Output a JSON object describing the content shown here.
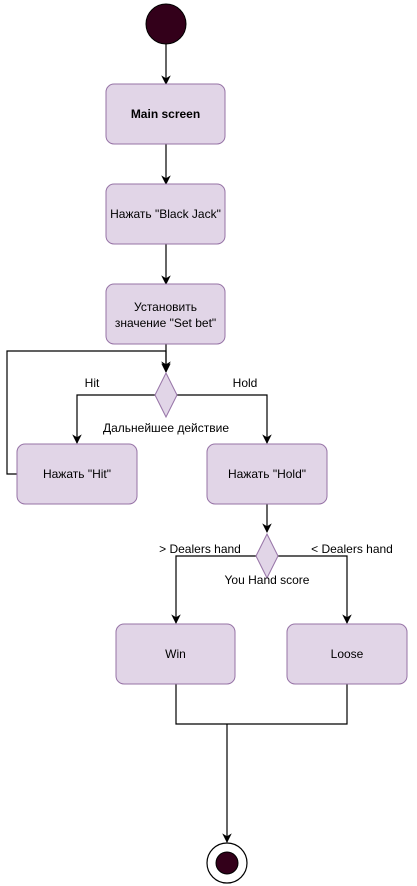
{
  "nodes": {
    "main_screen": "Main screen",
    "press_blackjack": "Нажать \"Black Jack\"",
    "set_bet_line1": "Установить",
    "set_bet_line2": "значение \"Set bet\"",
    "press_hit": "Нажать \"Hit\"",
    "press_hold": "Нажать \"Hold\"",
    "win": "Win",
    "loose": "Loose"
  },
  "decisions": {
    "next_action": "Дальнейшее действие",
    "hand_score": "You Hand score"
  },
  "edge_labels": {
    "hit": "Hit",
    "hold": "Hold",
    "greater": "> Dealers hand",
    "less": "< Dealers hand"
  },
  "colors": {
    "node_fill": "#e1d5e7",
    "node_stroke": "#9673a6",
    "initial_fill": "#33001a",
    "line": "#000000"
  }
}
